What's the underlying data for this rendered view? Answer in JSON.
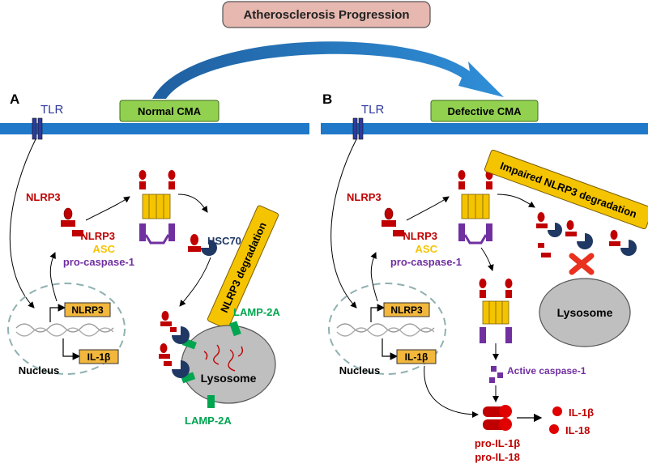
{
  "title": "Atherosclerosis Progression",
  "panels": {
    "a": {
      "letter": "A",
      "receptor": "TLR",
      "banner": "Normal CMA",
      "nlrp3_label": "NLRP3",
      "inflammasome": {
        "nlrp3": "NLRP3",
        "asc": "ASC",
        "pro_casp": "pro-caspase-1"
      },
      "chaperone": "HSC70",
      "degradation": "NLRP3 degradation",
      "gene_1": "NLRP3",
      "gene_2": "IL-1β",
      "nucleus": "Nucleus",
      "lamp_top": "LAMP-2A",
      "lamp_bottom": "LAMP-2A",
      "lysosome": "Lysosome"
    },
    "b": {
      "letter": "B",
      "receptor": "TLR",
      "banner": "Defective CMA",
      "nlrp3_label": "NLRP3",
      "inflammasome": {
        "nlrp3": "NLRP3",
        "asc": "ASC",
        "pro_casp": "pro-caspase-1"
      },
      "impaired": "Impaired NLRP3 degradation",
      "gene_1": "NLRP3",
      "gene_2": "IL-1β",
      "nucleus": "Nucleus",
      "active_casp": "Active caspase-1",
      "lysosome": "Lysosome",
      "pro_il1b": "pro-IL-1β",
      "pro_il18": "pro-IL-18",
      "il1b": "IL-1β",
      "il18": "IL-18"
    }
  },
  "colors": {
    "membrane": "#1f78c8",
    "tlr": "#2e3a9e",
    "banner_fill": "#92d050",
    "title_fill": "#e6b8af",
    "nlrp3_red": "#c00000",
    "asc_yellow": "#f5c400",
    "caspase_purple": "#7030a0",
    "hsc70_navy": "#1f3864",
    "lamp_green": "#00a550",
    "gene_box": "#f2b73c",
    "lysosome_grey": "#bfbfbf"
  }
}
